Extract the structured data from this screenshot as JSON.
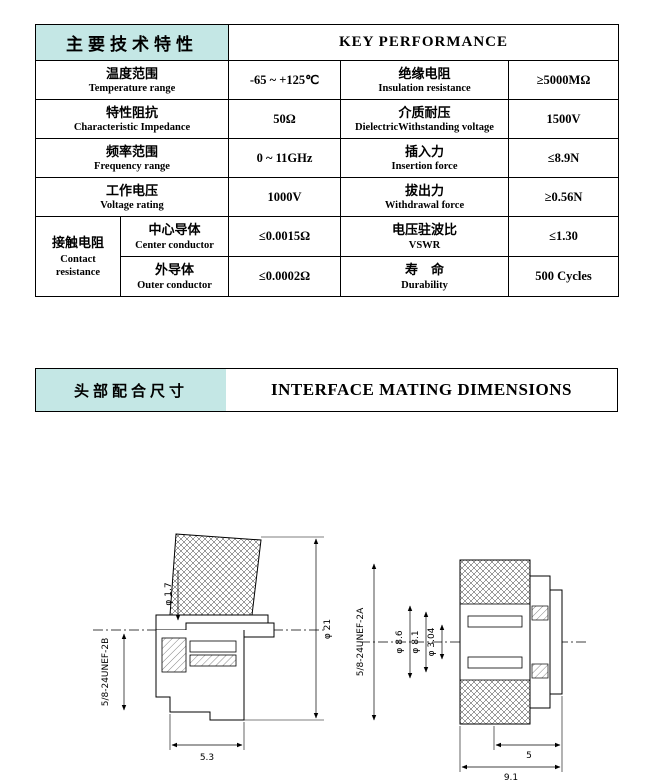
{
  "page": {
    "accent_cyan": "#c4e7e5"
  },
  "spec_table": {
    "title_cn": "主要技术特性",
    "title_en": "KEY PERFORMANCE",
    "rows": [
      {
        "p1_cn": "温度范围",
        "p1_en": "Temperature range",
        "v1": "-65 ~ +125℃",
        "p2_cn": "绝缘电阻",
        "p2_en": "Insulation resistance",
        "v2": "≥5000MΩ"
      },
      {
        "p1_cn": "特性阻抗",
        "p1_en": "Characteristic Impedance",
        "v1": "50Ω",
        "p2_cn": "介质耐压",
        "p2_en": "DielectricWithstanding voltage",
        "v2": "1500V"
      },
      {
        "p1_cn": "频率范围",
        "p1_en": "Frequency range",
        "v1": "0 ~ 11GHz",
        "p2_cn": "插入力",
        "p2_en": "Insertion force",
        "v2": "≤8.9N"
      },
      {
        "p1_cn": "工作电压",
        "p1_en": "Voltage rating",
        "v1": "1000V",
        "p2_cn": "拔出力",
        "p2_en": "Withdrawal force",
        "v2": "≥0.56N"
      }
    ],
    "contact_group": {
      "label_cn": "接触电阻",
      "label_en_line1": "Contact",
      "label_en_line2": "resistance",
      "sub_rows": [
        {
          "p1_cn": "中心导体",
          "p1_en": "Center conductor",
          "v1": "≤0.0015Ω",
          "p2_cn": "电压驻波比",
          "p2_en": "VSWR",
          "v2": "≤1.30"
        },
        {
          "p1_cn": "外导体",
          "p1_en": "Outer conductor",
          "v1": "≤0.0002Ω",
          "p2_cn": "寿　命",
          "p2_en": "Durability",
          "v2": "500 Cycles"
        }
      ]
    }
  },
  "section_banner": {
    "title_cn": "头部配合尺寸",
    "title_en": "INTERFACE MATING DIMENSIONS"
  },
  "drawings": {
    "left": {
      "thread_label": "5/8-24UNEF-2B",
      "dim_pin_diameter": "φ 1.7",
      "dim_outer_diameter": "φ 21",
      "dim_length": "5.3"
    },
    "right": {
      "thread_label": "5/8-24UNEF-2A",
      "dim_d1": "φ 8.6",
      "dim_d2": "φ 8.1",
      "dim_d3": "φ 3.04",
      "dim_len_inner": "5",
      "dim_len_overall": "9.1"
    }
  }
}
